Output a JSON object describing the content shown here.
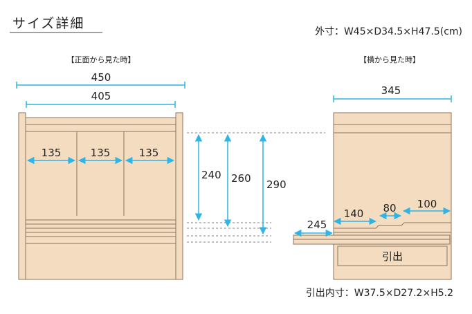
{
  "title": "サイズ詳細",
  "outer_size": "外寸：W45×D34.5×H47.5(cm)",
  "front_view": {
    "label": "【正面から見た時】",
    "total_width": "450",
    "inner_width": "405",
    "compartments": [
      "135",
      "135",
      "135"
    ]
  },
  "heights": [
    "240",
    "260",
    "290"
  ],
  "side_view": {
    "label": "【横から見た時】",
    "depth": "345",
    "drawer_dims": [
      "140",
      "80",
      "100"
    ],
    "pullout": "245",
    "drawer_label": "引出"
  },
  "drawer_size": "引出内寸：W37.5×D27.2×H5.2",
  "colors": {
    "wood": "#f3dcc0",
    "wood_line": "#8a7560",
    "arrow": "#2fb4e6",
    "guide": "#555555"
  }
}
